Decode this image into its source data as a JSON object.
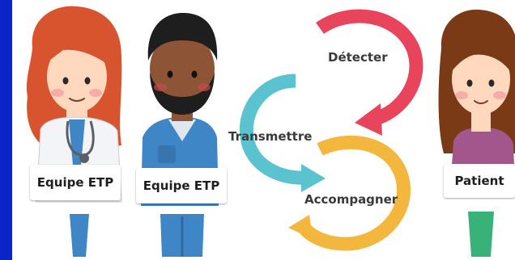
{
  "colors": {
    "accent_bar": "#0b24c7",
    "detect_arrow": "#e8455c",
    "transmit_arrow": "#5bc3cf",
    "accompany_arrow": "#f4b73d",
    "hair_red": "#d8542f",
    "hair_dark": "#1e1e1e",
    "hair_brown": "#7a3a16",
    "skin_light": "#ffd8be",
    "skin_dark": "#8e5436",
    "scrubs_blue": "#3f86c6",
    "patient_top": "#a3568c",
    "patient_legs": "#39b27a"
  },
  "people": [
    {
      "role": "Equipe ETP",
      "figure": "female-doctor"
    },
    {
      "role": "Equipe ETP",
      "figure": "male-nurse"
    },
    {
      "role": "Patient",
      "figure": "female-patient"
    }
  ],
  "cycle": {
    "steps": [
      "Détecter",
      "Transmettre",
      "Accompagner"
    ]
  }
}
